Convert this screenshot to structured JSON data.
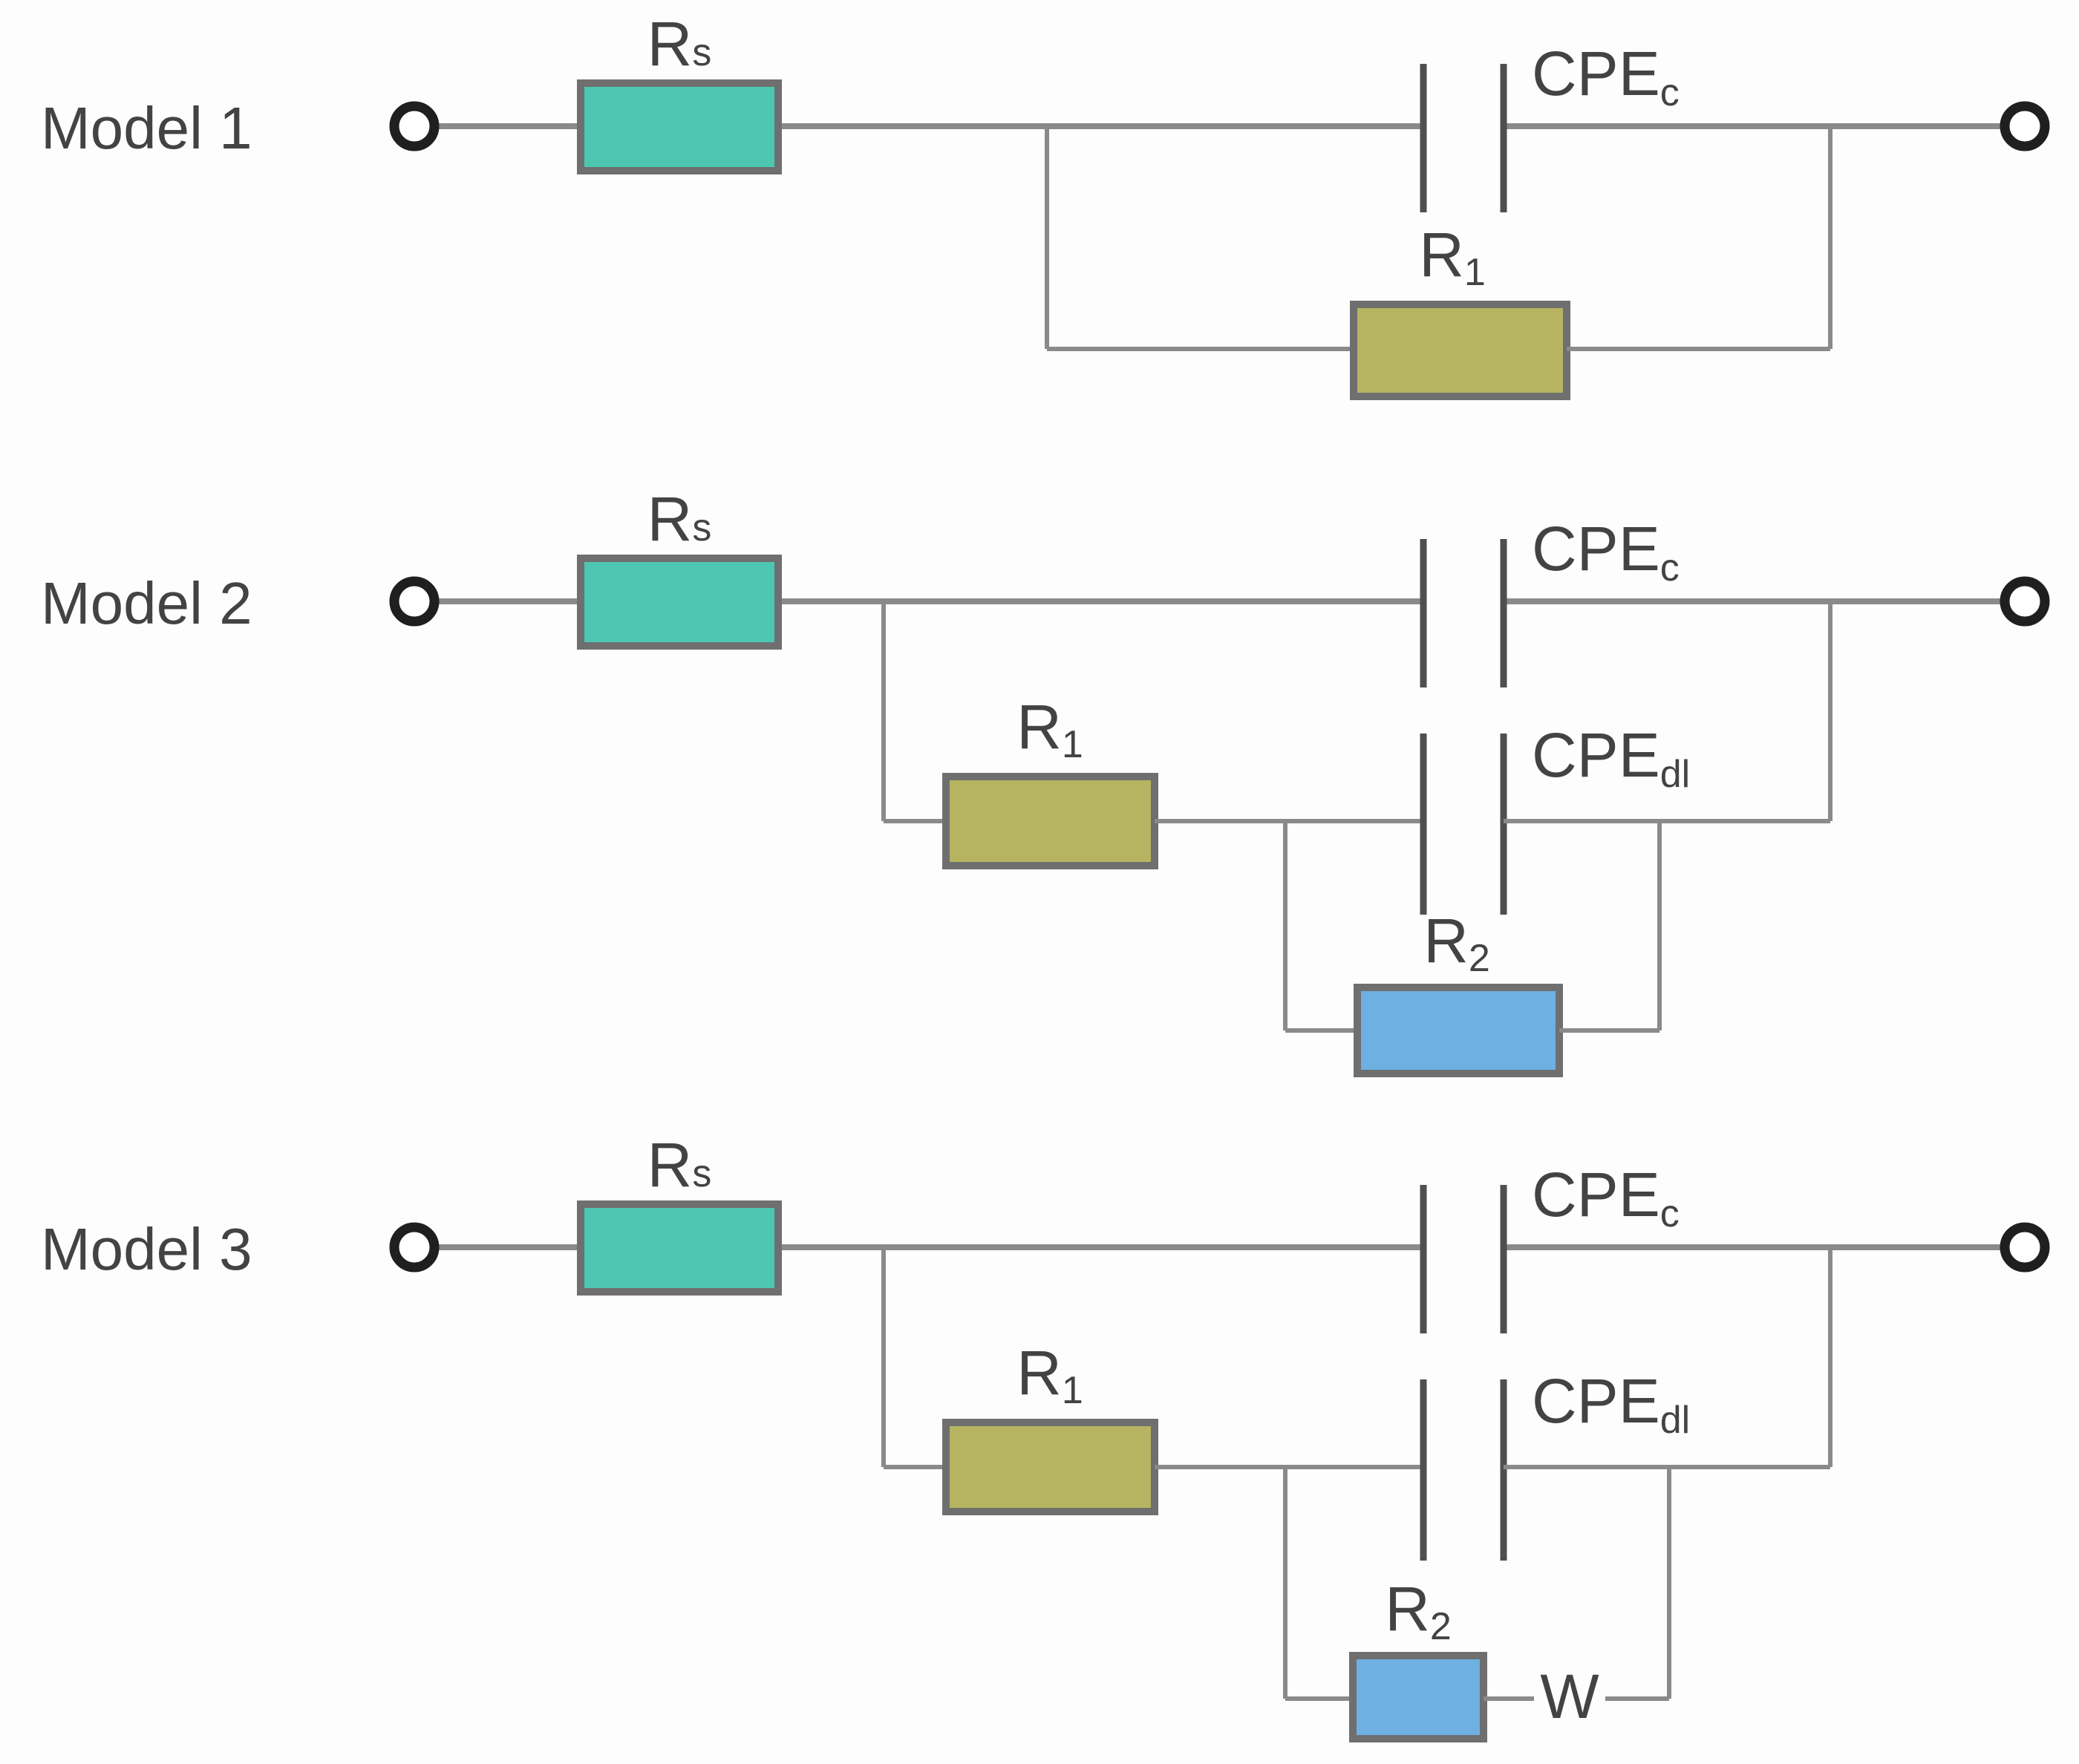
{
  "colors": {
    "teal": "#4dc7b2",
    "olive": "#b6b460",
    "blue": "#6eb0e2",
    "wire": "#8a8a8a",
    "plate": "#4f4f4f",
    "border": "#6f6f6f",
    "text": "#434343",
    "terminal": "#1f1f1f"
  },
  "models": [
    {
      "label": "Model 1",
      "components": {
        "rs": {
          "main": "R",
          "sub": "s"
        },
        "cpe_c": {
          "main": "CPE",
          "sub": "c"
        },
        "r1": {
          "main": "R",
          "sub": "1"
        }
      }
    },
    {
      "label": "Model 2",
      "components": {
        "rs": {
          "main": "R",
          "sub": "s"
        },
        "cpe_c": {
          "main": "CPE",
          "sub": "c"
        },
        "r1": {
          "main": "R",
          "sub": "1"
        },
        "cpe_dl": {
          "main": "CPE",
          "sub": "dl"
        },
        "r2": {
          "main": "R",
          "sub": "2"
        }
      }
    },
    {
      "label": "Model 3",
      "components": {
        "rs": {
          "main": "R",
          "sub": "s"
        },
        "cpe_c": {
          "main": "CPE",
          "sub": "c"
        },
        "r1": {
          "main": "R",
          "sub": "1"
        },
        "cpe_dl": {
          "main": "CPE",
          "sub": "dl"
        },
        "r2": {
          "main": "R",
          "sub": "2"
        },
        "w": {
          "main": "W",
          "sub": ""
        }
      }
    }
  ]
}
